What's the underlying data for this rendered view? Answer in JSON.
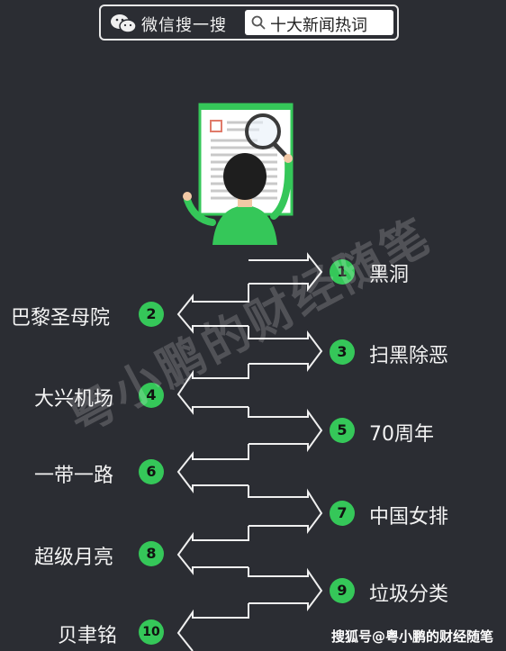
{
  "search": {
    "app_label": "微信搜一搜",
    "query": "十大新闻热词"
  },
  "items": [
    {
      "num": "1",
      "label": "黑洞"
    },
    {
      "num": "2",
      "label": "巴黎圣母院"
    },
    {
      "num": "3",
      "label": "扫黑除恶"
    },
    {
      "num": "4",
      "label": "大兴机场"
    },
    {
      "num": "5",
      "label": "70周年"
    },
    {
      "num": "6",
      "label": "一带一路"
    },
    {
      "num": "7",
      "label": "中国女排"
    },
    {
      "num": "8",
      "label": "超级月亮"
    },
    {
      "num": "9",
      "label": "垃圾分类"
    },
    {
      "num": "10",
      "label": "贝聿铭"
    }
  ],
  "watermark": "粤小鹏的财经随笔",
  "footer": "搜狐号@粤小鹏的财经随笔",
  "colors": {
    "background": "#2b2d33",
    "accent": "#35c759"
  }
}
